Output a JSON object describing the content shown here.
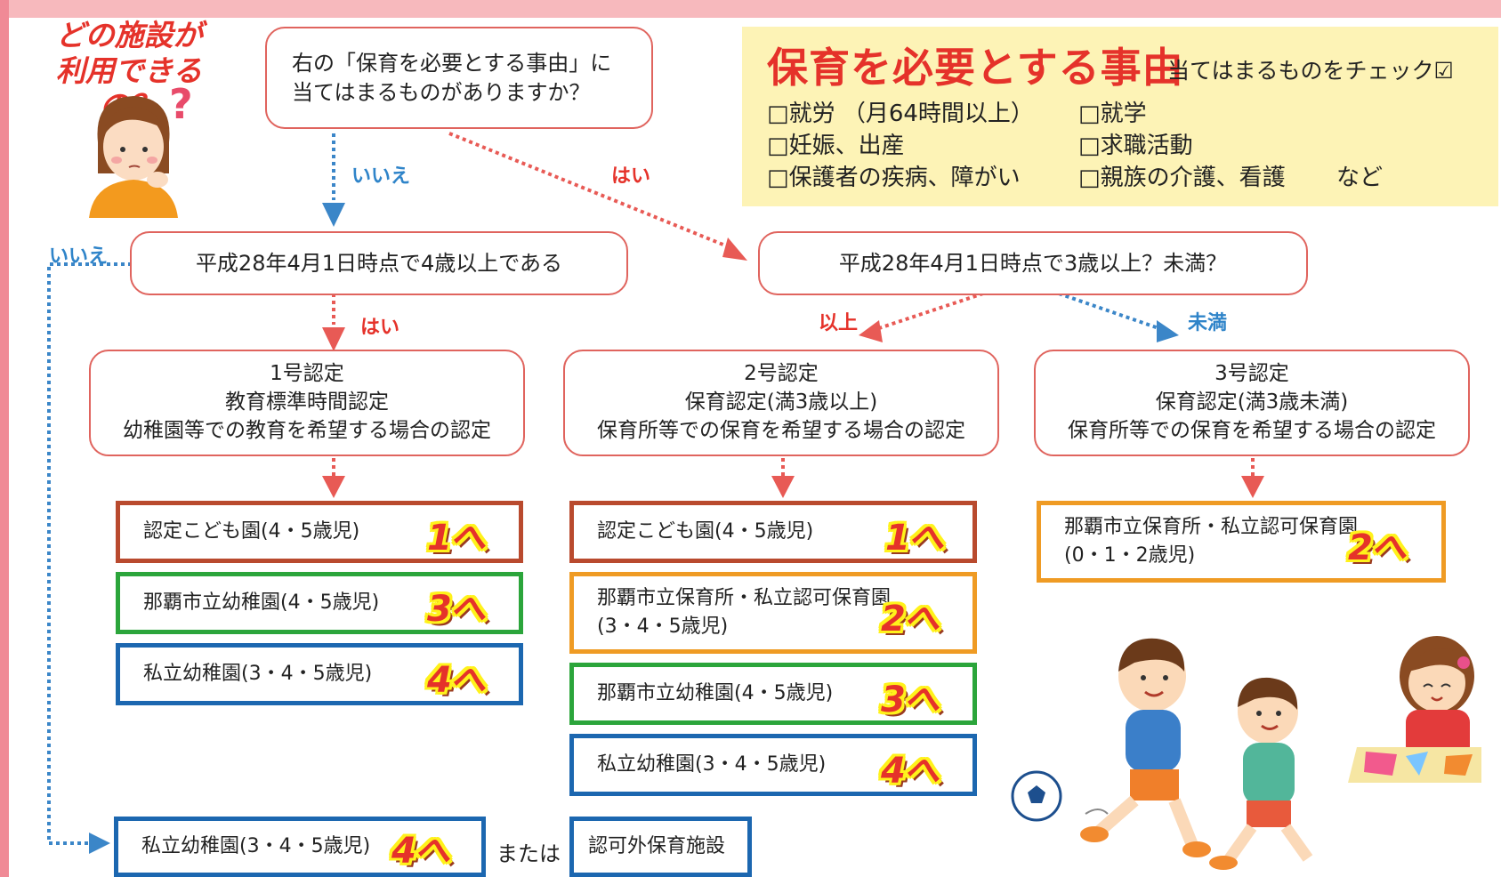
{
  "header_question": "どの施設が\n利用できるの？",
  "q1": "右の「保育を必要とする事由」に\n当てはまるものがありますか？",
  "reasons": {
    "title": "保育を必要とする事由",
    "subtitle": "当てはまるものをチェック☑",
    "items": [
      "□就労 （月64時間以上）",
      "□就学",
      "□妊娠、出産",
      "□求職活動",
      "□保護者の疾病、障がい",
      "□親族の介護、看護",
      "など"
    ]
  },
  "q2": "平成28年4月1日時点で4歳以上である",
  "q3": "平成28年4月1日時点で3歳以上？未満？",
  "labels": {
    "no1": "いいえ",
    "yes1": "はい",
    "no2": "いいえ",
    "yes2": "はい",
    "above": "以上",
    "below": "未満"
  },
  "certs": [
    {
      "num": "1号認定",
      "type": "教育標準時間認定",
      "desc": "幼稚園等での教育を希望する場合の認定"
    },
    {
      "num": "2号認定",
      "type": "保育認定(満3歳以上)",
      "desc": "保育所等での保育を希望する場合の認定"
    },
    {
      "num": "3号認定",
      "type": "保育認定(満3歳未満)",
      "desc": "保育所等での保育を希望する場合の認定"
    }
  ],
  "facilities": {
    "col1": [
      {
        "name": "認定こども園(4・5歳児)",
        "go": "1へ",
        "color": "#b94a2e"
      },
      {
        "name": "那覇市立幼稚園(4・5歳児)",
        "go": "3へ",
        "color": "#2ba53b"
      },
      {
        "name": "私立幼稚園(3・4・5歳児)",
        "go": "4へ",
        "color": "#1c67b0"
      }
    ],
    "col2": [
      {
        "name": "認定こども園(4・5歳児)",
        "go": "1へ",
        "color": "#b94a2e"
      },
      {
        "name": "那覇市立保育所・私立認可保育園\n(3・4・5歳児)",
        "go": "2へ",
        "color": "#ef9b24"
      },
      {
        "name": "那覇市立幼稚園(4・5歳児)",
        "go": "3へ",
        "color": "#2ba53b"
      },
      {
        "name": "私立幼稚園(3・4・5歳児)",
        "go": "4へ",
        "color": "#1c67b0"
      }
    ],
    "col3": [
      {
        "name": "那覇市立保育所・私立認可保育園\n(0・1・2歳児)",
        "go": "2へ",
        "color": "#ef9b24"
      }
    ],
    "bottom": {
      "name": "私立幼稚園(3・4・5歳児)",
      "go": "4へ",
      "or": "または",
      "alt": "認可外保育施設"
    }
  }
}
